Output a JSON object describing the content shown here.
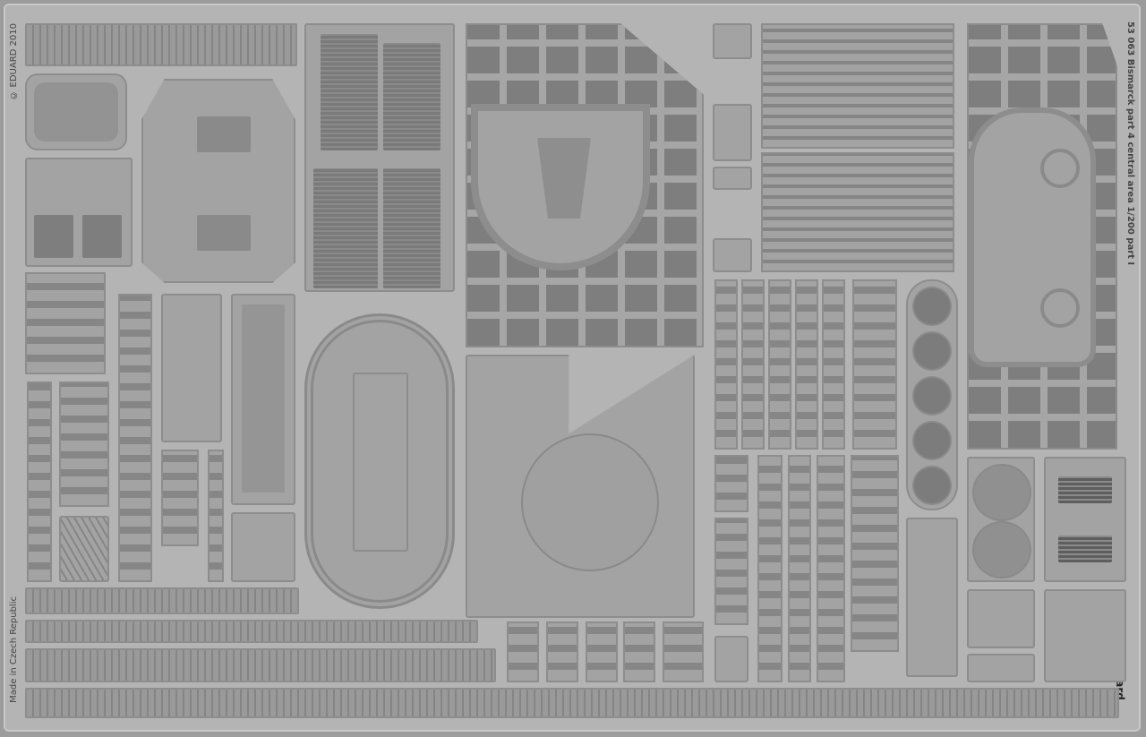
{
  "fret": {
    "title": "53 063 Bismarck part 4 central area 1/200 part I",
    "copyright": "© EDUARD 2010",
    "origin": "Made in Czech Republic",
    "brand": "eduard"
  },
  "colors": {
    "fret": "#b4b4b4",
    "part": "#a3a3a3",
    "etched": "#7e7e7e"
  }
}
